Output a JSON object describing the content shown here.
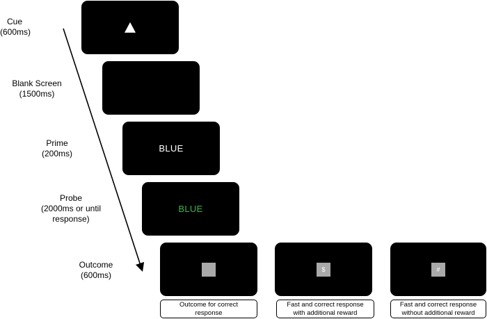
{
  "stages": [
    {
      "label": "Cue\n(600ms)",
      "content_type": "triangle"
    },
    {
      "label": "Blank Screen\n(1500ms)",
      "content_type": "blank"
    },
    {
      "label": "Prime\n(200ms)",
      "content_type": "word",
      "word": "BLUE",
      "color": "#ffffff"
    },
    {
      "label": "Probe\n(2000ms or until\nresponse)",
      "content_type": "word",
      "word": "BLUE",
      "color": "#3db24a"
    },
    {
      "label": "Outcome\n(600ms)",
      "content_type": "outcome"
    }
  ],
  "outcomes": [
    {
      "symbol": "",
      "caption": "Outcome for correct\nresponse"
    },
    {
      "symbol": "$",
      "caption": "Fast and correct response\nwith additional reward"
    },
    {
      "symbol": "#",
      "caption": "Fast and correct response\nwithout additional reward"
    }
  ],
  "colors": {
    "screen": "#000000",
    "square": "#a9a9a9",
    "probe_word": "#3db24a"
  }
}
